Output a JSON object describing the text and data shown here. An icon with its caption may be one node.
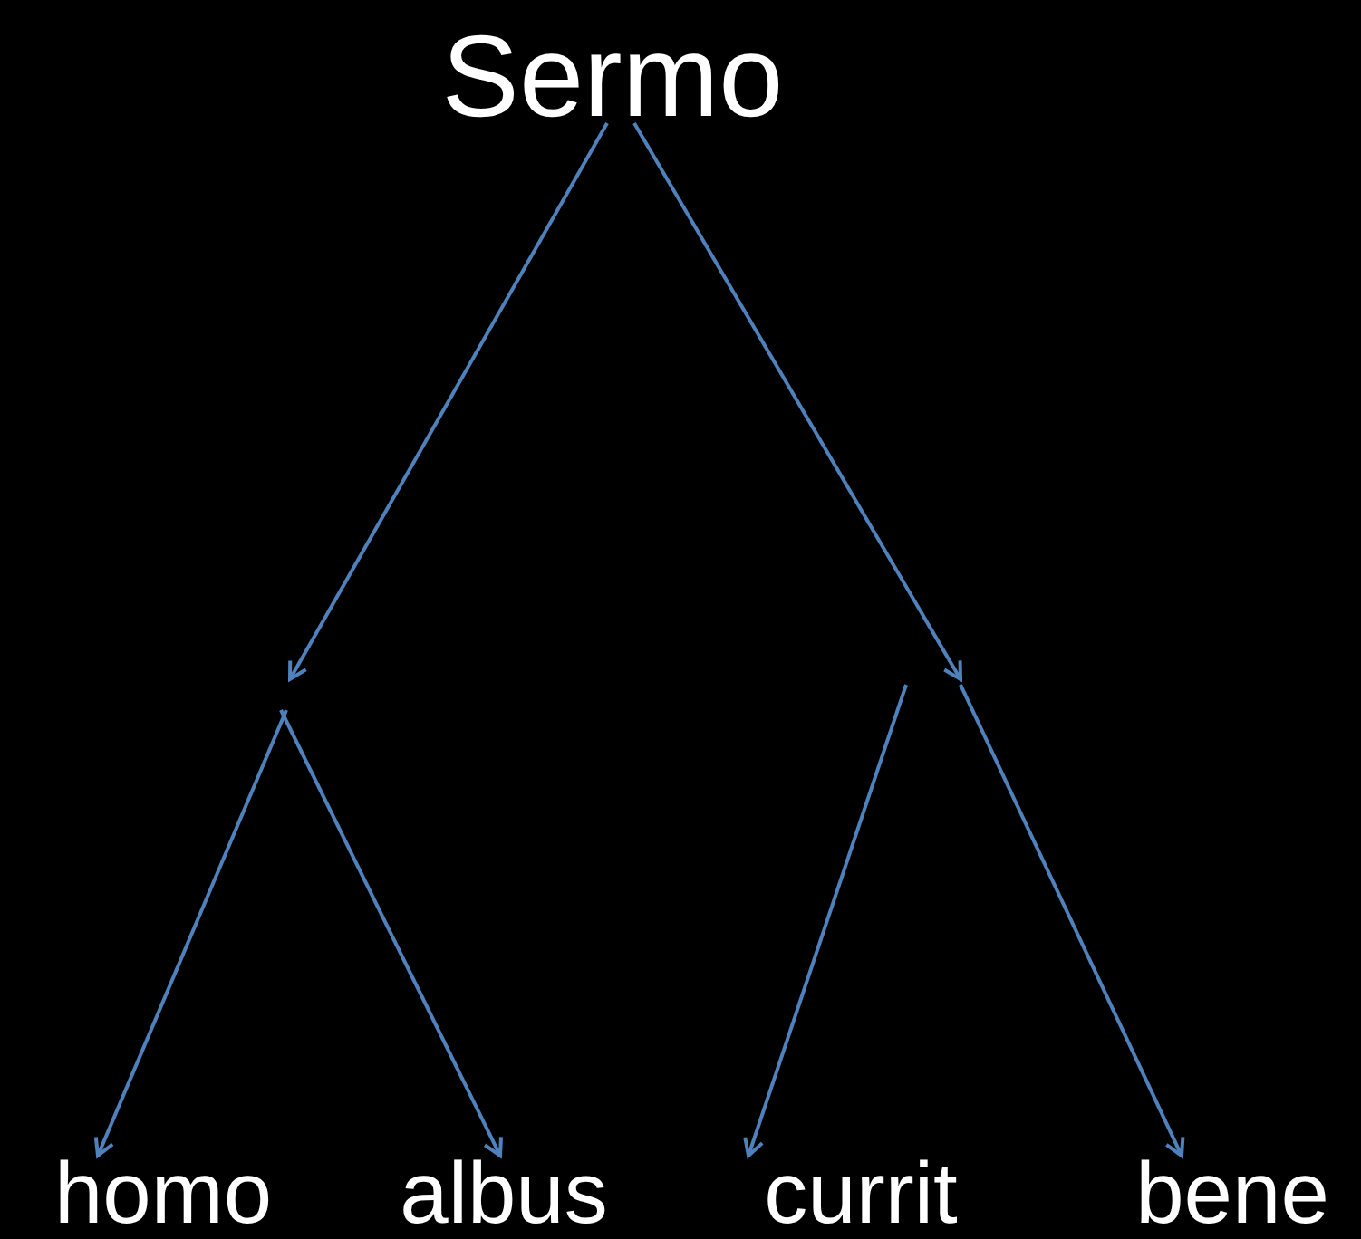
{
  "diagram": {
    "nodes": [
      {
        "text": [
          "Sermo"
        ]
      },
      {
        "text": [
          "homo"
        ]
      },
      {
        "text": [
          "albus"
        ]
      },
      {
        "text": [
          "currit"
        ]
      },
      {
        "text": [
          "bene"
        ]
      }
    ],
    "edges": [
      {
        "from": 0,
        "to": null,
        "arrow": "to"
      },
      {
        "from": 0,
        "to": null,
        "arrow": "to"
      },
      {
        "from": null,
        "to": 1,
        "arrow": "to"
      },
      {
        "from": null,
        "to": 2,
        "arrow": "to"
      },
      {
        "from": null,
        "to": 3,
        "arrow": "to"
      },
      {
        "from": null,
        "to": 4,
        "arrow": "to"
      }
    ]
  }
}
